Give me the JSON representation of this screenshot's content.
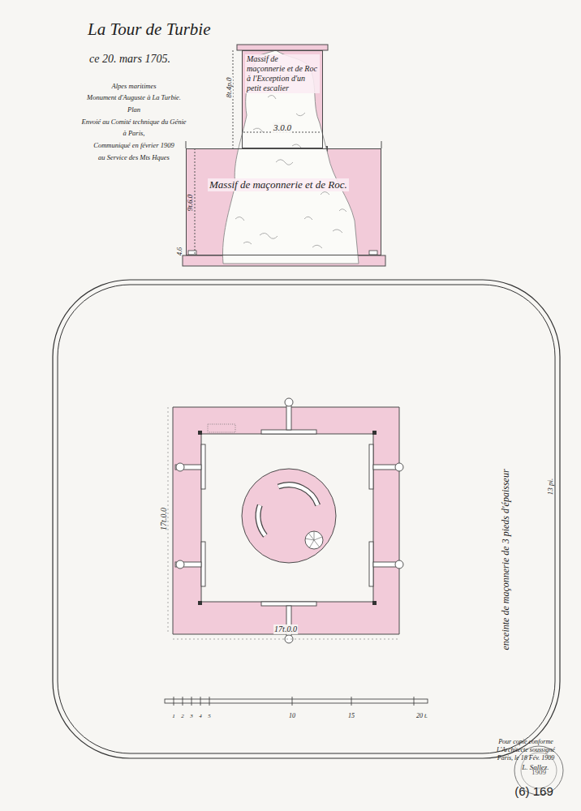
{
  "diagram": {
    "title": "La Tour de Turbie",
    "nodes": [
      {
        "text": [
          "Massif de maçonnerie et de Roc à l'Exception d'un petit escalier"
        ]
      },
      {
        "text": [
          "Massif de maçonnerie et de Roc."
        ]
      }
    ],
    "labels": [
      "ce 20. mars 1705.",
      "Alpes maritimes",
      "Monument d'Auguste à La Turbie.",
      "Plan",
      "Envoié au Comité technique du Génie",
      "à Paris,",
      "Communiqué en février 1909",
      "au Service des Mts Hques",
      "8t.4p.0",
      "3.0.0",
      "9t.6.0",
      "4.6",
      "17t.0.0",
      "17t.0.0",
      "13 pi.",
      "enceinte de maçonnerie de 3 pieds d'épaisseur",
      "1",
      "2",
      "3",
      "4",
      "5",
      "10",
      "15",
      "20 t.",
      "Pour copie conforme",
      "L'Architecte soussigné",
      "Paris, le 18 Fév. 1909",
      "L. Sallez.",
      "1909",
      "(6) 169"
    ]
  }
}
